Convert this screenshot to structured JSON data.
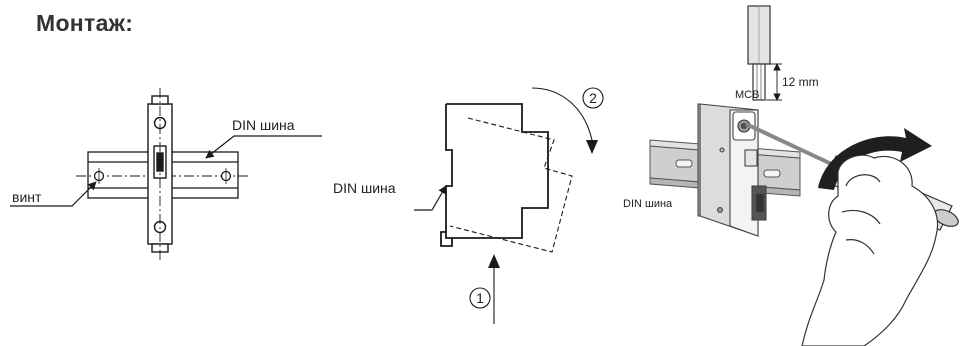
{
  "title": "Монтаж:",
  "fig1": {
    "label_rail": "DIN шина",
    "label_screw": "винт"
  },
  "fig2": {
    "label_rail": "DIN шина",
    "step1": "1",
    "step2": "2"
  },
  "fig3": {
    "label_mcb": "MCB",
    "label_strip": "12 mm",
    "label_rail": "DIN шина"
  },
  "colors": {
    "line": "#1a1a1a",
    "device": "#f2f2f2",
    "rail": "#cfcfcf",
    "arrow": "#1f1f1f"
  }
}
